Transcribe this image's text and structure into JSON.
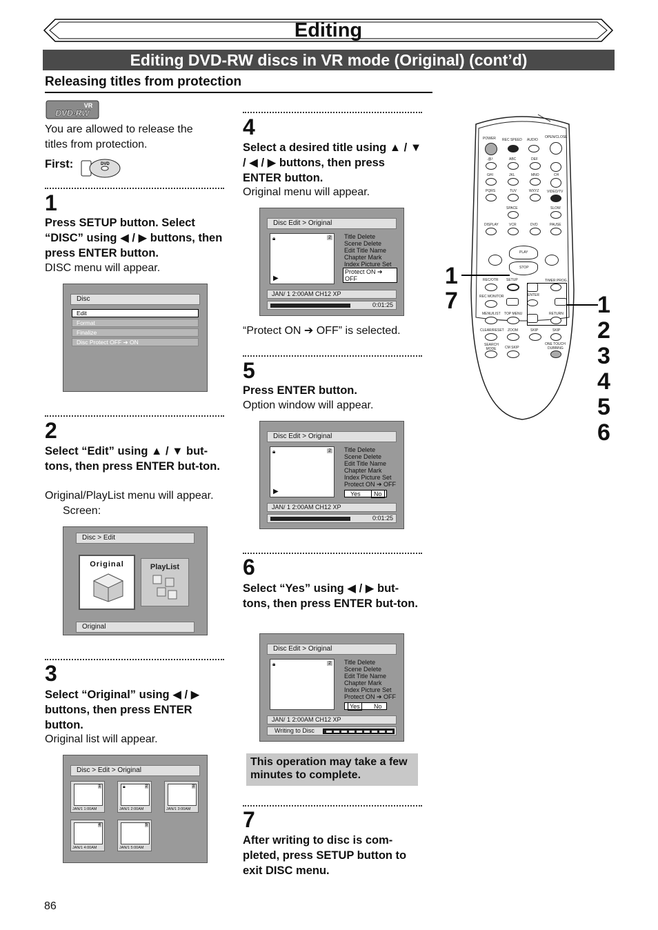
{
  "header": {
    "title": "Editing",
    "subtitle": "Editing DVD-RW discs in VR mode (Original) (cont’d)",
    "section": "Releasing titles from protection"
  },
  "intro": {
    "badge_top": "VR",
    "badge_bottom": "DVD-RW",
    "text": "You are allowed to release the titles from protection.",
    "first_label": "First:",
    "disc_icon_label": "DVD"
  },
  "steps": [
    {
      "num": "1",
      "bold": "Press SETUP button. Select “DISC” using ◀ / ▶ buttons, then press ENTER button.",
      "normal": "DISC menu will appear."
    },
    {
      "num": "2",
      "bold": "Select “Edit” using ▲ / ▼ but-tons, then press ENTER but-ton.",
      "normal": "Original/PlayList menu will appear.",
      "normal2": "Screen:"
    },
    {
      "num": "3",
      "bold": "Select “Original” using ◀ / ▶ buttons, then press ENTER button.",
      "normal": "Original list will appear."
    },
    {
      "num": "4",
      "bold": "Select a desired title using ▲ / ▼ / ◀ / ▶ buttons, then press ENTER button.",
      "normal": "Original menu will appear.",
      "after": "“Protect ON ➔ OFF” is selected."
    },
    {
      "num": "5",
      "bold": "Press ENTER button.",
      "normal": "Option window will appear."
    },
    {
      "num": "6",
      "bold": "Select “Yes” using ◀ / ▶ but-tons, then press ENTER but-ton."
    },
    {
      "num": "7",
      "bold": "After writing to disc is com-pleted, press SETUP button to exit DISC menu."
    }
  ],
  "screen1": {
    "header": "Disc",
    "items": [
      "Edit",
      "Format",
      "Finalize",
      "Disc Protect OFF ➔ ON"
    ]
  },
  "screen2": {
    "header": "Disc > Edit",
    "original_label": "Original",
    "playlist_label": "PlayList",
    "footer": "Original"
  },
  "screen3": {
    "header": "Disc > Edit > Original",
    "thumbs": [
      {
        "num": "1",
        "date": "JAN/1   1:00AM"
      },
      {
        "num": "2",
        "date": "JAN/1   2:00AM"
      },
      {
        "num": "3",
        "date": "JAN/1   3:00AM"
      },
      {
        "num": "4",
        "date": "JAN/1   4:00AM"
      },
      {
        "num": "5",
        "date": "JAN/1   5:00AM"
      }
    ]
  },
  "edit_screen": {
    "header": "Disc Edit > Original",
    "options": [
      "Title Delete",
      "Scene Delete",
      "Edit Title Name",
      "Chapter Mark",
      "Index Picture Set",
      "Protect ON ➔ OFF"
    ],
    "thumb_num": "2",
    "info": "JAN/ 1   2:00AM  CH12     XP",
    "time": "0:01:25",
    "yes": "Yes",
    "no": "No",
    "writing": "Writing to Disc"
  },
  "note": "This operation may take a few minutes to complete.",
  "remote_labels": {
    "power": "POWER",
    "rec_speed": "REC SPEED",
    "audio": "AUDIO",
    "open_close": "OPEN/CLOSE",
    "n1": ".@/:",
    "n2": "ABC",
    "n3": "DEF",
    "n4": "GHI",
    "n5": "JKL",
    "n6": "MNO",
    "n7": "PQRS",
    "n8": "TUV",
    "n9": "WXYZ",
    "video_tv": "VIDEO/TV",
    "ch": "CH",
    "space": "SPACE",
    "slow": "SLOW",
    "display": "DISPLAY",
    "vcr": "VCR",
    "dvd": "DVD",
    "pause": "PAUSE",
    "play": "PLAY",
    "stop": "STOP",
    "rec_otr": "REC/OTR",
    "setup": "SETUP",
    "timer_prog": "TIMER PROG.",
    "rec_monitor": "REC MONITOR",
    "enter": "ENTER",
    "menu_list": "MENU/LIST",
    "top_menu": "TOP MENU",
    "return": "RETURN",
    "clear_reset": "CLEAR/RESET",
    "zoom": "ZOOM",
    "skip_back": "SKIP",
    "skip_fwd": "SKIP",
    "search_mode": "SEARCH MODE",
    "cm_skip": "CM SKIP",
    "one_touch": "ONE TOUCH",
    "dubbing": "DUBBING"
  },
  "callouts": {
    "left": [
      "1",
      "7"
    ],
    "right": [
      "1",
      "2",
      "3",
      "4",
      "5",
      "6"
    ]
  },
  "page_number": "86"
}
